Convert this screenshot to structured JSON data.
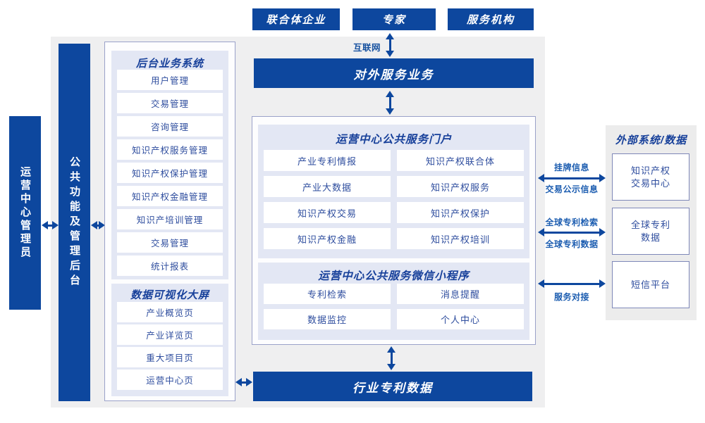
{
  "colors": {
    "primary_blue": "#0d479e",
    "panel_lavender": "#e3e7f4",
    "canvas_gray": "#efeff0",
    "side_panel_gray": "#ececec",
    "border_purple": "#9aa1c9",
    "header_navy": "#17409a",
    "item_text_blue": "#2e4d9e",
    "link_label_blue": "#1b5cb0"
  },
  "top_actors": {
    "consortium": "联合体企业",
    "experts": "专家",
    "service_agency": "服务机构"
  },
  "connections": {
    "internet": "互联网"
  },
  "bars": {
    "external_service": "对外服务业务",
    "industry_patent_data": "行业专利数据"
  },
  "left_roles": {
    "operation_center_admin": "运营中心管理员",
    "public_function_admin_backend": "公共功能及管理后台"
  },
  "backend_system": {
    "title": "后台业务系统",
    "items": [
      "用户管理",
      "交易管理",
      "咨询管理",
      "知识产权服务管理",
      "知识产权保护管理",
      "知识产权金融管理",
      "知识产培训管理",
      "交易管理",
      "统计报表"
    ]
  },
  "dashboard": {
    "title": "数据可视化大屏",
    "items": [
      "产业概览页",
      "产业详览页",
      "重大项目页",
      "运营中心页"
    ]
  },
  "portal": {
    "title": "运营中心公共服务门户",
    "items": [
      "产业专利情报",
      "知识产权联合体",
      "产业大数据",
      "知识产权服务",
      "知识产权交易",
      "知识产权保护",
      "知识产权金融",
      "知识产权培训"
    ]
  },
  "miniprogram": {
    "title": "运营中心公共服务微信小程序",
    "items": [
      "专利检索",
      "消息提醒",
      "数据监控",
      "个人中心"
    ]
  },
  "external_systems": {
    "title": "外部系统/数据",
    "boxes": [
      {
        "line1": "知识产权",
        "line2": "交易中心"
      },
      {
        "line1": "全球专利",
        "line2": "数据"
      },
      {
        "line1": "短信平台",
        "line2": ""
      }
    ],
    "links": [
      {
        "label_top": "挂牌信息",
        "label_bottom": "交易公示信息"
      },
      {
        "label_top": "全球专利检索",
        "label_bottom": "全球专利数据"
      },
      {
        "label_top": "",
        "label_bottom": "服务对接"
      }
    ]
  }
}
